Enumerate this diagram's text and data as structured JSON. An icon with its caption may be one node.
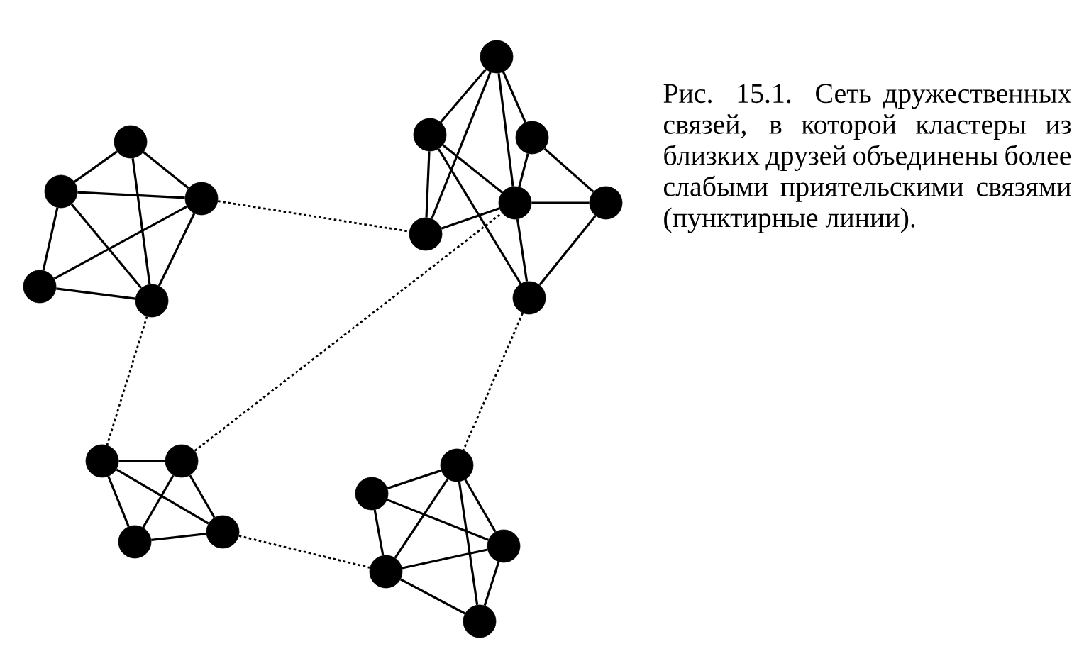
{
  "diagram": {
    "caption": "Рис. 15.1. Сеть дружественных связей, в которой кластеры из близких друзей объединены более слабыми приятельскими связями (пунктирные линии).",
    "nodes": [
      {
        "text": [],
        "shape": "circle"
      },
      {
        "text": [],
        "shape": "circle"
      },
      {
        "text": [],
        "shape": "circle"
      },
      {
        "text": [],
        "shape": "circle"
      },
      {
        "text": [],
        "shape": "circle"
      },
      {
        "text": [],
        "shape": "circle"
      },
      {
        "text": [],
        "shape": "circle"
      },
      {
        "text": [],
        "shape": "circle"
      },
      {
        "text": [],
        "shape": "circle"
      },
      {
        "text": [],
        "shape": "circle"
      },
      {
        "text": [],
        "shape": "circle"
      },
      {
        "text": [],
        "shape": "circle"
      },
      {
        "text": [],
        "shape": "circle"
      },
      {
        "text": [],
        "shape": "circle"
      },
      {
        "text": [],
        "shape": "circle"
      },
      {
        "text": [],
        "shape": "circle"
      },
      {
        "text": [],
        "shape": "circle"
      },
      {
        "text": [],
        "shape": "circle"
      },
      {
        "text": [],
        "shape": "circle"
      },
      {
        "text": [],
        "shape": "circle"
      },
      {
        "text": [],
        "shape": "circle"
      }
    ],
    "edges": [
      {
        "from": 0,
        "to": 1,
        "arrow": "none"
      },
      {
        "from": 0,
        "to": 2,
        "arrow": "none"
      },
      {
        "from": 0,
        "to": 4,
        "arrow": "none"
      },
      {
        "from": 1,
        "to": 2,
        "arrow": "none"
      },
      {
        "from": 1,
        "to": 4,
        "arrow": "none"
      },
      {
        "from": 1,
        "to": 3,
        "arrow": "none"
      },
      {
        "from": 2,
        "to": 3,
        "arrow": "none"
      },
      {
        "from": 2,
        "to": 4,
        "arrow": "none"
      },
      {
        "from": 3,
        "to": 4,
        "arrow": "none"
      },
      {
        "from": 5,
        "to": 6,
        "arrow": "none"
      },
      {
        "from": 5,
        "to": 10,
        "arrow": "none"
      },
      {
        "from": 5,
        "to": 8,
        "arrow": "none"
      },
      {
        "from": 5,
        "to": 7,
        "arrow": "none"
      },
      {
        "from": 6,
        "to": 10,
        "arrow": "none"
      },
      {
        "from": 6,
        "to": 8,
        "arrow": "none"
      },
      {
        "from": 6,
        "to": 11,
        "arrow": "none"
      },
      {
        "from": 7,
        "to": 8,
        "arrow": "none"
      },
      {
        "from": 7,
        "to": 9,
        "arrow": "none"
      },
      {
        "from": 8,
        "to": 9,
        "arrow": "none"
      },
      {
        "from": 8,
        "to": 10,
        "arrow": "none"
      },
      {
        "from": 8,
        "to": 11,
        "arrow": "none"
      },
      {
        "from": 9,
        "to": 11,
        "arrow": "none"
      },
      {
        "from": 12,
        "to": 13,
        "arrow": "none"
      },
      {
        "from": 12,
        "to": 14,
        "arrow": "none"
      },
      {
        "from": 12,
        "to": 15,
        "arrow": "none"
      },
      {
        "from": 13,
        "to": 14,
        "arrow": "none"
      },
      {
        "from": 13,
        "to": 15,
        "arrow": "none"
      },
      {
        "from": 14,
        "to": 15,
        "arrow": "none"
      },
      {
        "from": 16,
        "to": 17,
        "arrow": "none"
      },
      {
        "from": 16,
        "to": 19,
        "arrow": "none"
      },
      {
        "from": 16,
        "to": 18,
        "arrow": "none"
      },
      {
        "from": 16,
        "to": 20,
        "arrow": "none"
      },
      {
        "from": 17,
        "to": 18,
        "arrow": "none"
      },
      {
        "from": 17,
        "to": 19,
        "arrow": "none"
      },
      {
        "from": 19,
        "to": 18,
        "arrow": "none"
      },
      {
        "from": 19,
        "to": 20,
        "arrow": "none"
      },
      {
        "from": 18,
        "to": 20,
        "arrow": "none"
      },
      {
        "from": 2,
        "to": 10,
        "arrow": "none",
        "style": "dashed"
      },
      {
        "from": 4,
        "to": 12,
        "arrow": "none",
        "style": "dashed"
      },
      {
        "from": 13,
        "to": 8,
        "arrow": "none",
        "style": "dashed"
      },
      {
        "from": 11,
        "to": 16,
        "arrow": "none",
        "style": "dashed"
      },
      {
        "from": 15,
        "to": 19,
        "arrow": "none",
        "style": "dashed"
      }
    ]
  }
}
